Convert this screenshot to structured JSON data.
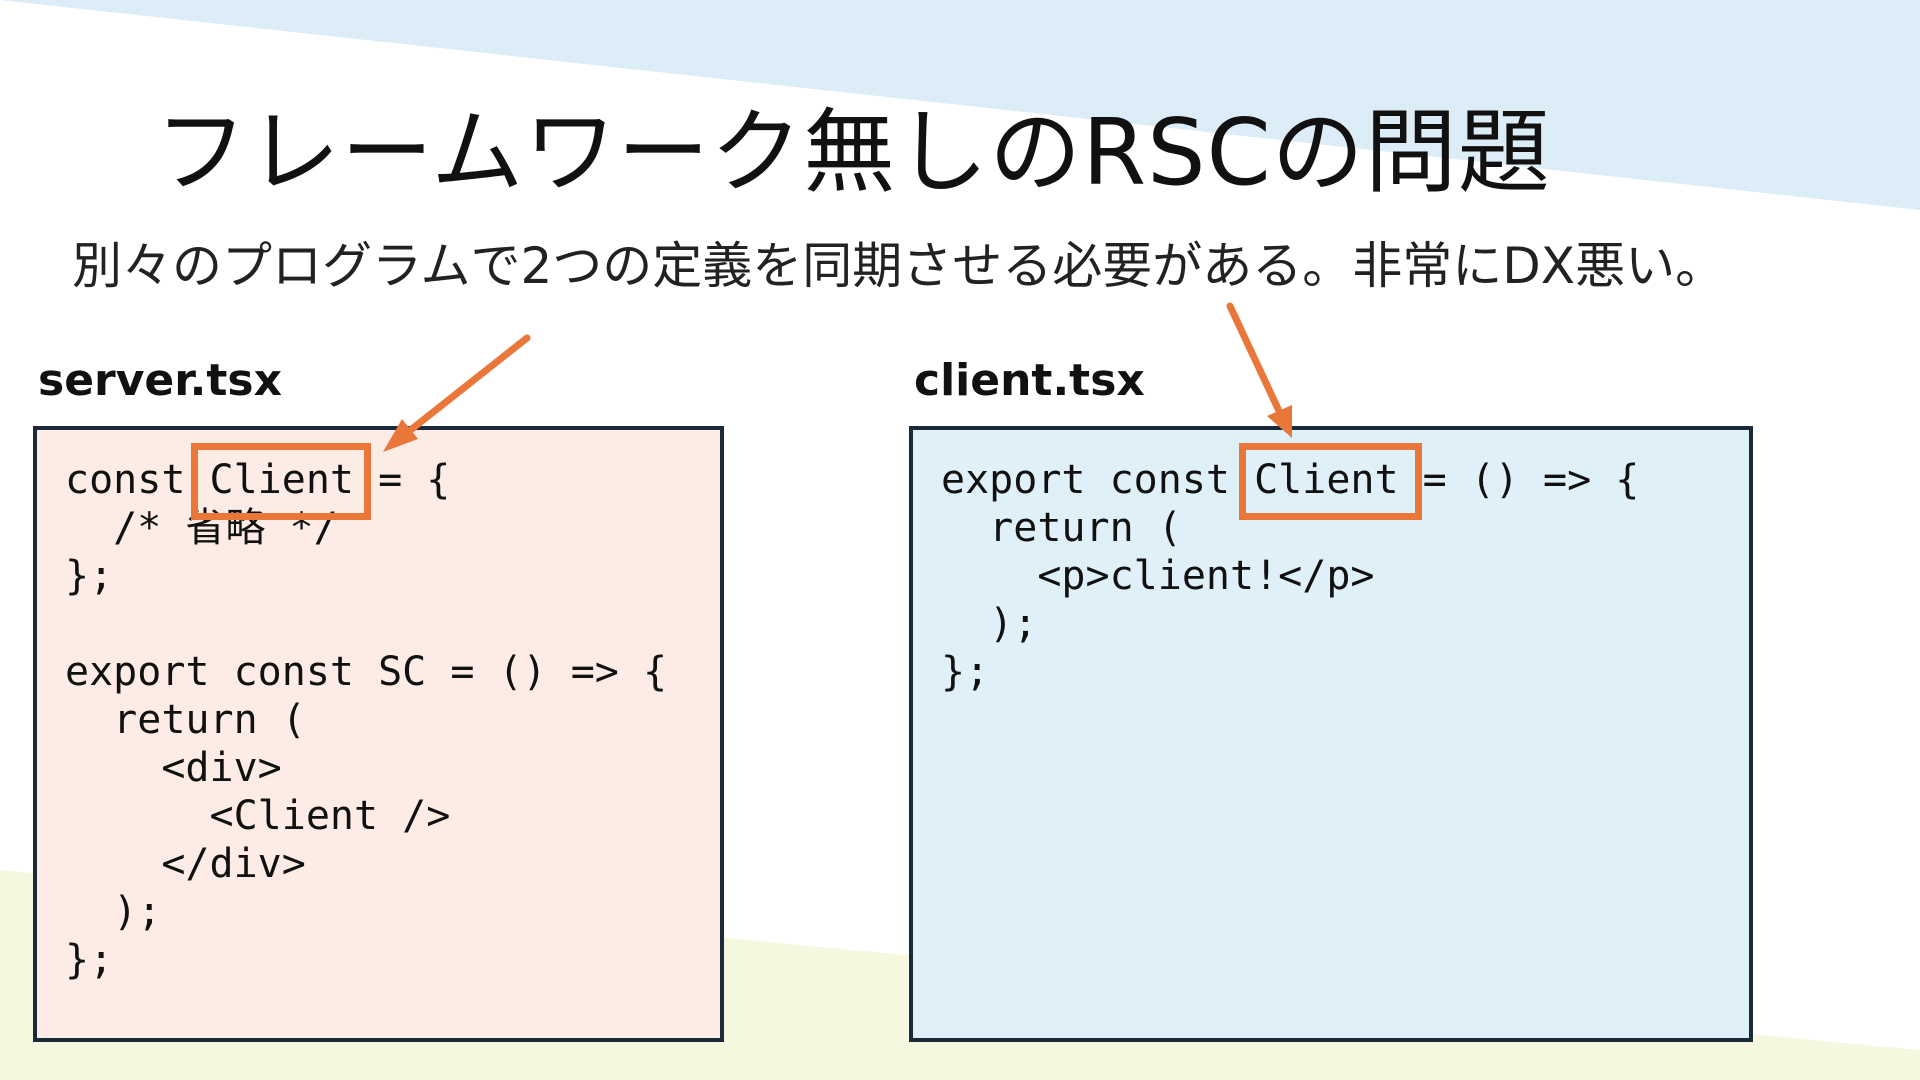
{
  "slide": {
    "title": "フレームワーク無しのRSCの問題",
    "subtitle": "別々のプログラムで2つの定義を同期させる必要がある。非常にDX悪い。"
  },
  "server_file": {
    "label": "server.tsx",
    "code": "const Client = {\n  /* 省略 */\n};\n\nexport const SC = () => {\n  return (\n    <div>\n      <Client />\n    </div>\n  );\n};"
  },
  "client_file": {
    "label": "client.tsx",
    "code": "export const Client = () => {\n  return (\n    <p>client!</p>\n  );\n};"
  },
  "colors": {
    "accent_orange": "#e9773a",
    "server_box_bg": "#fcece5",
    "client_box_bg": "#dff0f8",
    "box_border": "#1b2a38",
    "bg_blue": "#dcedf7",
    "bg_yellow": "#f5f8de"
  }
}
